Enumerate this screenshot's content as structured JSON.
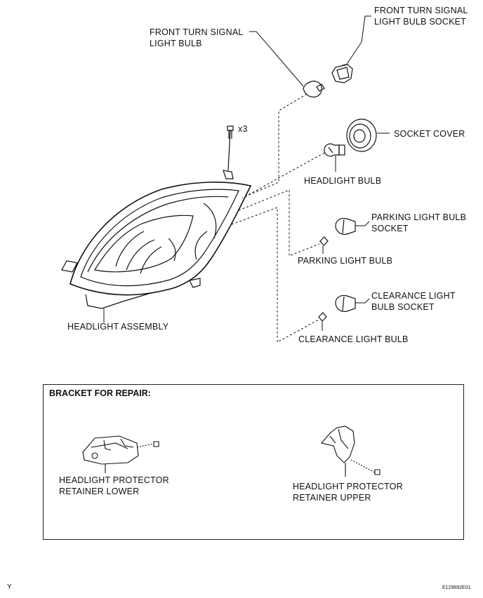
{
  "labels": {
    "front_turn_signal_light_bulb": [
      "FRONT TURN SIGNAL",
      "LIGHT BULB"
    ],
    "front_turn_signal_light_bulb_socket": [
      "FRONT TURN SIGNAL",
      "LIGHT BULB SOCKET"
    ],
    "bolt_count": "x3",
    "socket_cover": "SOCKET COVER",
    "headlight_bulb": "HEADLIGHT BULB",
    "parking_light_bulb_socket": [
      "PARKING LIGHT BULB",
      "SOCKET"
    ],
    "parking_light_bulb": "PARKING LIGHT BULB",
    "clearance_light_bulb_socket": [
      "CLEARANCE LIGHT",
      "BULB SOCKET"
    ],
    "clearance_light_bulb": "CLEARANCE LIGHT BULB",
    "headlight_assembly": "HEADLIGHT ASSEMBLY"
  },
  "repair_box": {
    "title": "BRACKET FOR REPAIR:",
    "lower_retainer": [
      "HEADLIGHT PROTECTOR",
      "RETAINER  LOWER"
    ],
    "upper_retainer": [
      "HEADLIGHT PROTECTOR",
      "RETAINER UPPER"
    ]
  },
  "footer": {
    "left_code": "Y",
    "right_code": "E129692E01"
  }
}
